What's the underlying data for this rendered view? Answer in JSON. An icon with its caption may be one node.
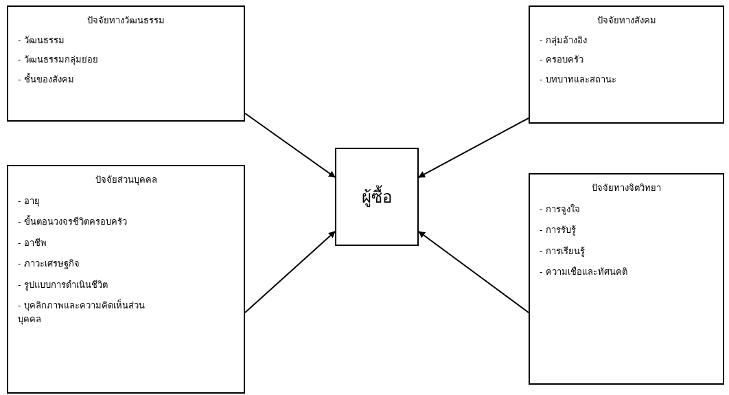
{
  "diagram": {
    "nodes": [
      {
        "text": [
          "ปัจจัยทางวัฒนธรรม",
          "- วัฒนธรรม",
          "- วัฒนธรรมกลุ่มย่อย",
          "- ชั้นของสังคม"
        ]
      },
      {
        "text": [
          "ปัจจัยทางสังคม",
          "- กลุ่มอ้างอิง",
          "- ครอบครัว",
          "- บทบาทและสถานะ"
        ]
      },
      {
        "text": [
          "ผู้ซื้อ"
        ]
      },
      {
        "text": [
          "ปัจจัยส่วนบุคคล",
          "- อายุ",
          "- ขั้นตอนวงจรชีวิตครอบครัว",
          "- อาชีพ",
          "- ภาวะเศรษฐกิจ",
          "- รูปแบบการดำเนินชีวิต",
          "- บุคลิกภาพและความคิดเห็นส่วนบุคคล"
        ]
      },
      {
        "text": [
          "ปัจจัยทางจิตวิทยา",
          "- การจูงใจ",
          "- การรับรู้",
          "- การเรียนรู้",
          "- ความเชื่อและทัศนคติ"
        ]
      }
    ],
    "edges": [
      {
        "from": 0,
        "to": 2,
        "arrow": "to"
      },
      {
        "from": 1,
        "to": 2,
        "arrow": "to"
      },
      {
        "from": 3,
        "to": 2,
        "arrow": "to"
      },
      {
        "from": 4,
        "to": 2,
        "arrow": "to"
      }
    ]
  }
}
